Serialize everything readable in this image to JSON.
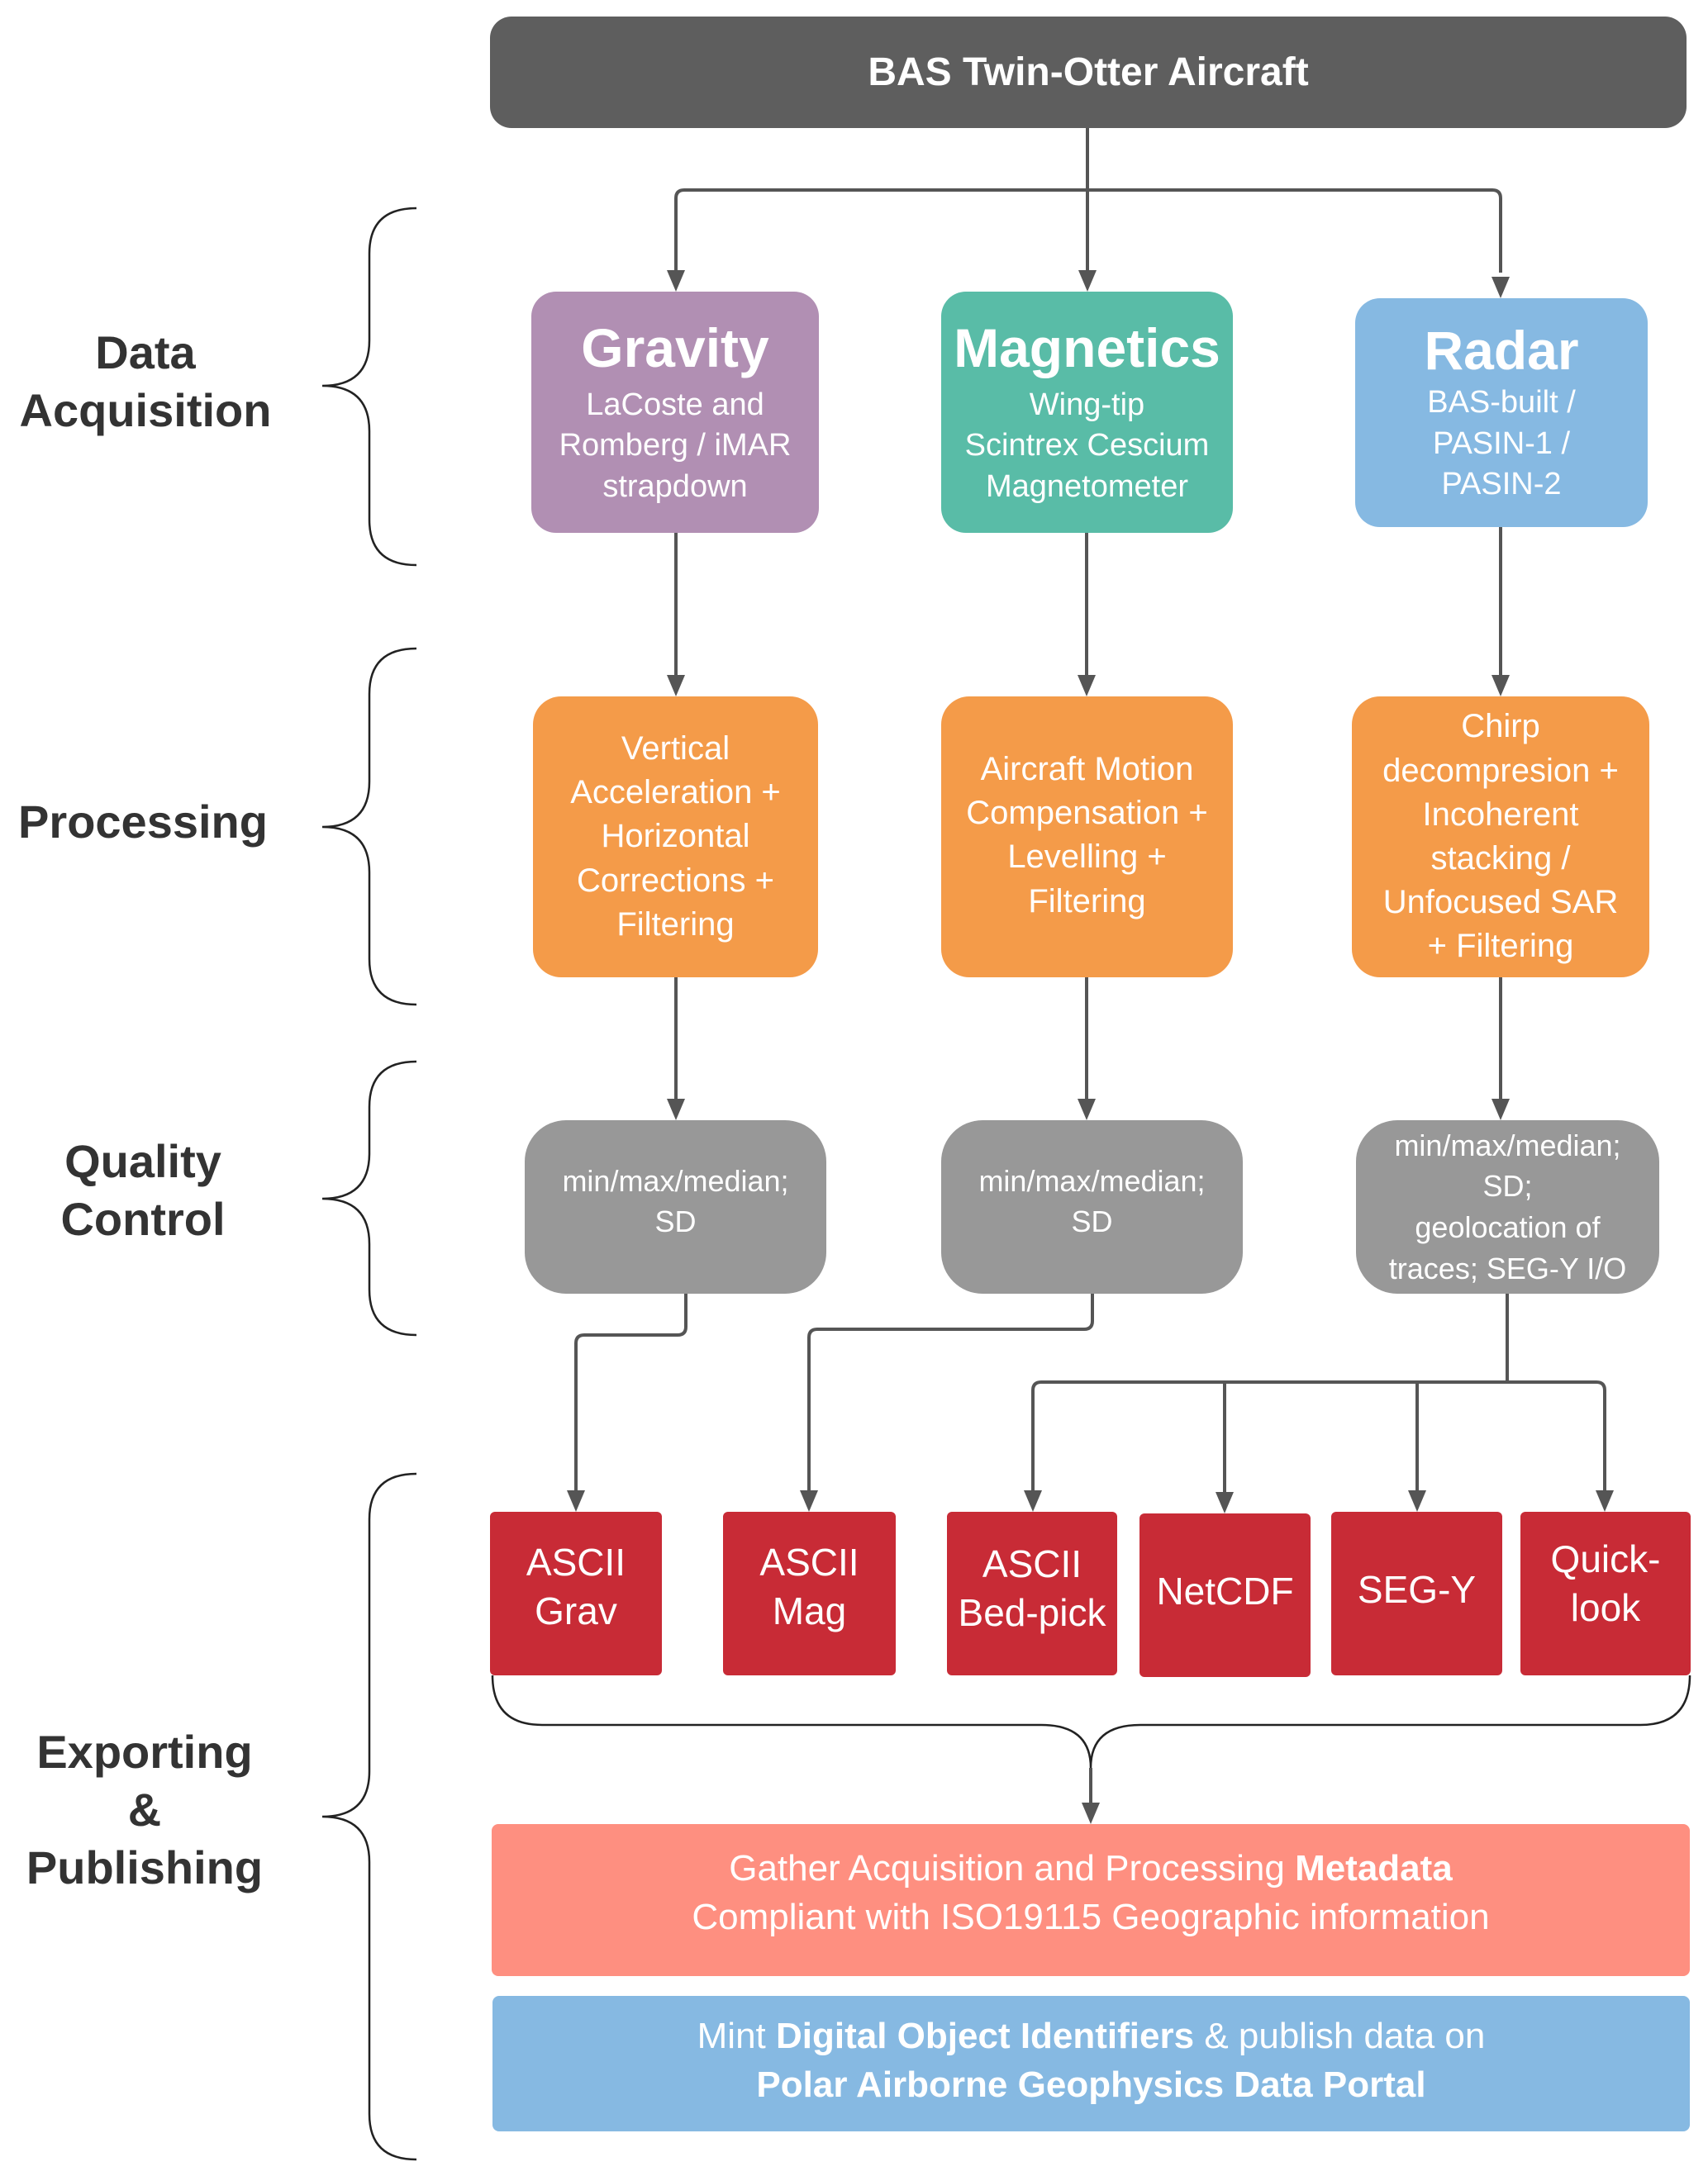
{
  "colors": {
    "aircraft": "#5e5e5e",
    "gravity": "#b18fb3",
    "magnetics": "#59bca7",
    "radar": "#86b9e2",
    "processing": "#f49b49",
    "quality_control": "#989898",
    "export_format": "#c82b36",
    "metadata": "#fe8f80",
    "publish": "#86b9e2",
    "connector": "#555555",
    "label_text": "#333333"
  },
  "stages": [
    {
      "id": "acquisition",
      "lines": [
        "Data",
        "Acquisition"
      ]
    },
    {
      "id": "processing",
      "lines": [
        "Processing"
      ]
    },
    {
      "id": "qc",
      "lines": [
        "Quality",
        "Control"
      ]
    },
    {
      "id": "export",
      "lines": [
        "Exporting",
        "&",
        "Publishing"
      ]
    }
  ],
  "aircraft": {
    "label": "BAS Twin-Otter Aircraft"
  },
  "instruments": [
    {
      "id": "gravity",
      "title": "Gravity",
      "lines": [
        "LaCoste and",
        "Romberg / iMAR",
        "strapdown"
      ]
    },
    {
      "id": "magnetics",
      "title": "Magnetics",
      "lines": [
        "Wing-tip",
        "Scintrex Cescium",
        "Magnetometer"
      ]
    },
    {
      "id": "radar",
      "title": "Radar",
      "lines": [
        "BAS-built /",
        "PASIN-1 /",
        "PASIN-2"
      ]
    }
  ],
  "processing": [
    {
      "id": "gravity",
      "lines": [
        "Vertical",
        "Acceleration +",
        "Horizontal",
        "Corrections +",
        "Filtering"
      ]
    },
    {
      "id": "magnetics",
      "lines": [
        "Aircraft Motion",
        "Compensation +",
        "Levelling +",
        "Filtering"
      ]
    },
    {
      "id": "radar",
      "lines": [
        "Chirp",
        "decompresion +",
        "Incoherent",
        "stacking /",
        "Unfocused SAR",
        "+ Filtering"
      ]
    }
  ],
  "quality_control": [
    {
      "id": "gravity",
      "lines": [
        "min/max/median;",
        "SD"
      ]
    },
    {
      "id": "magnetics",
      "lines": [
        "min/max/median;",
        "SD"
      ]
    },
    {
      "id": "radar",
      "lines": [
        "min/max/median;",
        "SD;",
        "geolocation of",
        "traces; SEG-Y I/O"
      ]
    }
  ],
  "exports": [
    {
      "id": "ascii-grav",
      "lines": [
        "ASCII",
        "Grav"
      ]
    },
    {
      "id": "ascii-mag",
      "lines": [
        "ASCII",
        "Mag"
      ]
    },
    {
      "id": "ascii-bed-pick",
      "lines": [
        "ASCII",
        "Bed-pick"
      ]
    },
    {
      "id": "netcdf",
      "lines": [
        "NetCDF"
      ]
    },
    {
      "id": "seg-y",
      "lines": [
        "SEG-Y"
      ]
    },
    {
      "id": "quick-look",
      "lines": [
        "Quick-",
        "look"
      ]
    }
  ],
  "metadata_bar": {
    "line1_normal": "Gather Acquisition and Processing ",
    "line1_bold": "Metadata",
    "line2": "Compliant with ISO19115 Geographic information"
  },
  "publish_bar": {
    "line1_prefix": "Mint ",
    "line1_bold": "Digital Object Identifiers",
    "line1_suffix": " & publish data on",
    "line2_bold": "Polar Airborne Geophysics Data Portal"
  }
}
